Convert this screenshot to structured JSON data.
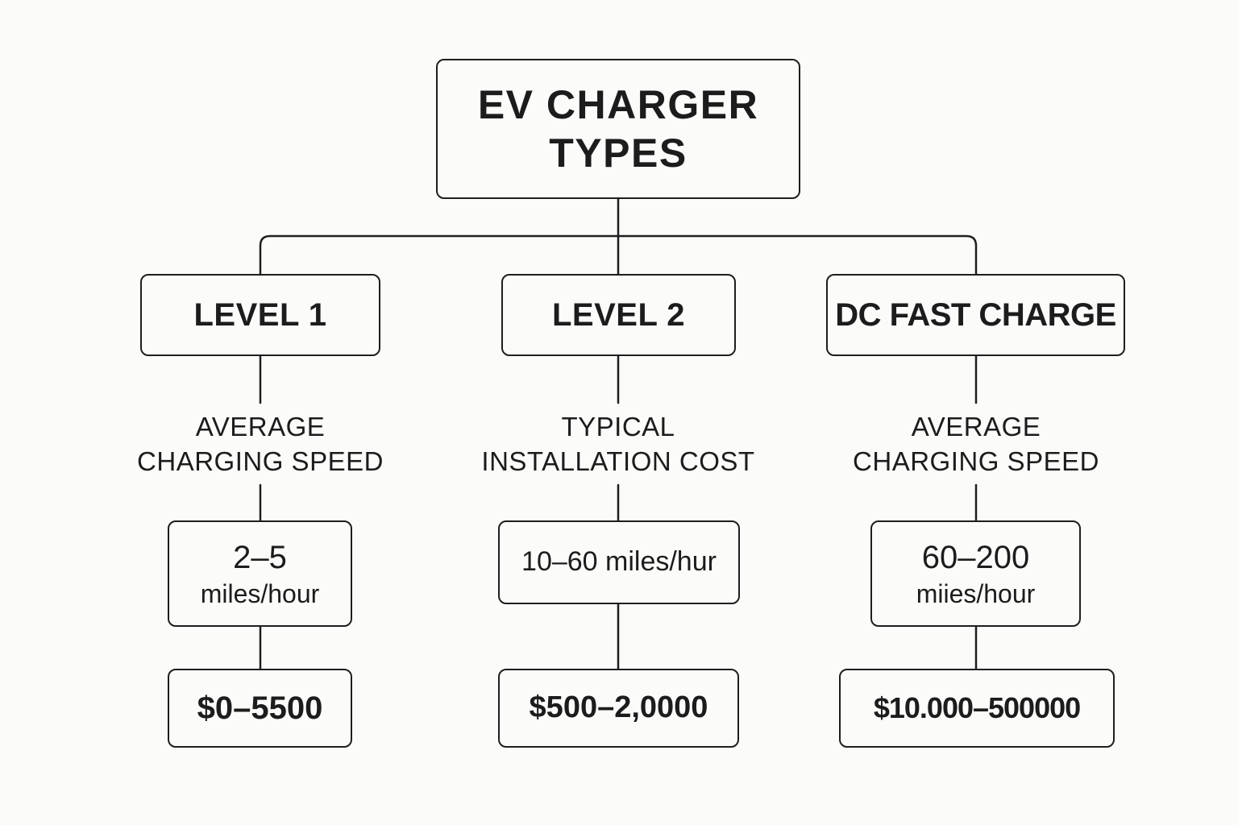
{
  "root": {
    "title_line1": "EV CHARGER",
    "title_line2": "TYPES"
  },
  "branches": [
    {
      "name": "LEVEL 1",
      "metric_line1": "AVERAGE",
      "metric_line2": "CHARGING SPEED",
      "speed_line1": "2–5",
      "speed_line2": "miles/hour",
      "cost": "$0–5500"
    },
    {
      "name": "LEVEL 2",
      "metric_line1": "TYPICAL",
      "metric_line2": "INSTALLATION COST",
      "speed_line1": "10–60 miles/hur",
      "speed_line2": "",
      "cost": "$500–2,0000"
    },
    {
      "name": "DC FAST CHARGE",
      "metric_line1": "AVERAGE",
      "metric_line2": "CHARGING SPEED",
      "speed_line1": "60–200",
      "speed_line2": "miies/hour",
      "cost": "$10.000–500000"
    }
  ],
  "colors": {
    "line": "#1e1e1e",
    "background": "#fbfbf9"
  }
}
